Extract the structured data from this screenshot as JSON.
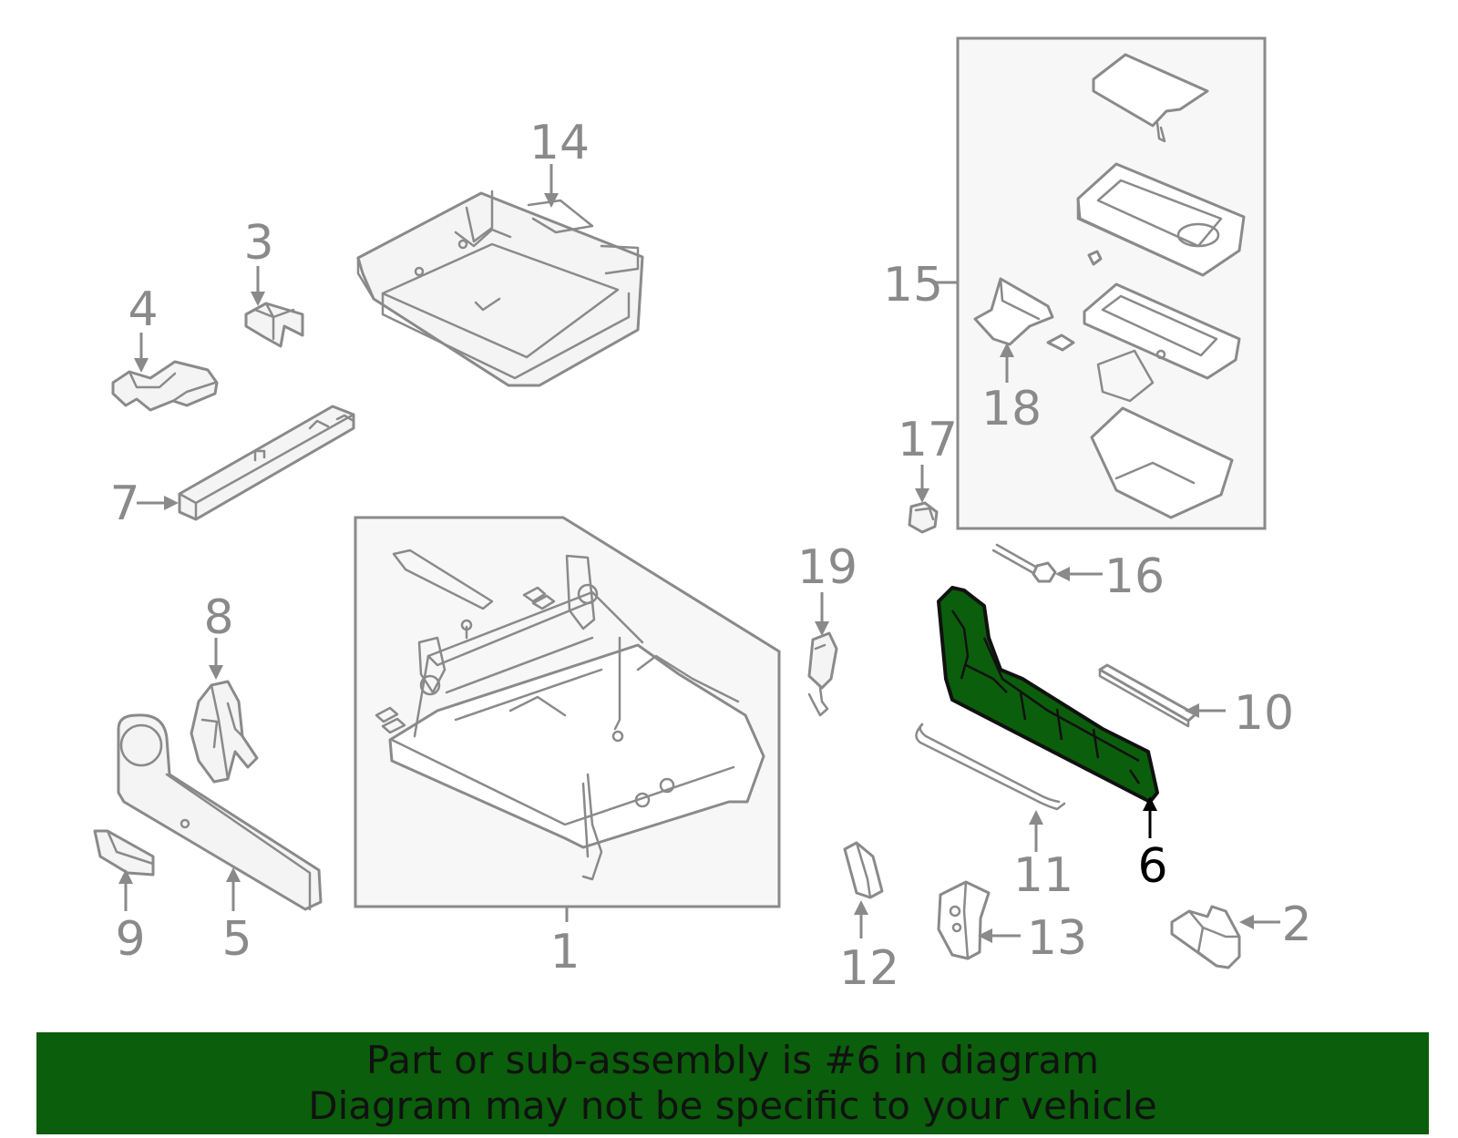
{
  "diagram": {
    "highlight_color": "#0b5e0b",
    "callouts": [
      "1",
      "2",
      "3",
      "4",
      "5",
      "6",
      "7",
      "8",
      "9",
      "10",
      "11",
      "12",
      "13",
      "14",
      "15",
      "16",
      "17",
      "18",
      "19"
    ],
    "highlighted_callout": "6"
  },
  "banner": {
    "color": "#0b5e0b",
    "line1": "Part or sub-assembly is #6 in diagram",
    "line2": "Diagram may not be specific to your vehicle"
  }
}
